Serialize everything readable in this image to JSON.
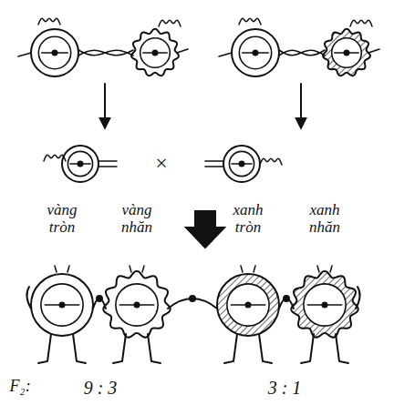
{
  "diagram": {
    "labels": [
      "×",
      "vàng tròn",
      "vàng nhăn",
      "xanh tròn",
      "xanh nhăn",
      "F₂:",
      "9 : 3",
      "3 : 1"
    ]
  }
}
